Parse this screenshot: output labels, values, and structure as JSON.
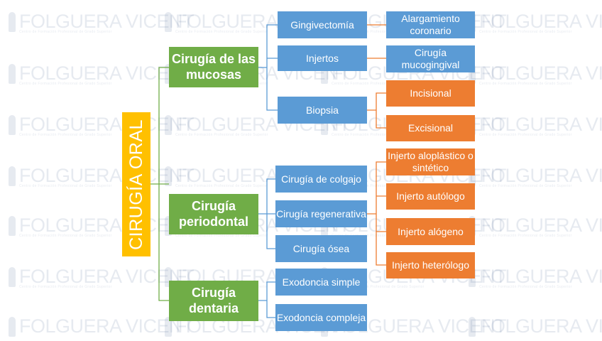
{
  "watermark": {
    "name": "FOLGUERA VICENT",
    "subtitle": "Centro de Formación Profesional de Grado Superior",
    "color": "#6b7fa6"
  },
  "colors": {
    "root": "#ffc000",
    "category": "#70ad47",
    "procedure": "#5b9bd5",
    "technique": "#ed7d31",
    "connector_green": "#70ad47",
    "connector_blue": "#5b9bd5",
    "connector_orange": "#ed7d31"
  },
  "diagram": {
    "root": "CIRUGÍA ORAL",
    "categories": [
      {
        "label": "Cirugía de las mucosas",
        "children": [
          {
            "label": "Gingivectomía",
            "children": [
              "Alargamiento coronario"
            ]
          },
          {
            "label": "Injertos",
            "children": [
              "Cirugía mucogingival"
            ]
          },
          {
            "label": "Biopsia",
            "children": [
              "Incisional",
              "Excisional"
            ]
          }
        ]
      },
      {
        "label": "Cirugía periodontal",
        "children": [
          {
            "label": "Cirugía de colgajo",
            "children": []
          },
          {
            "label": "Cirugía regenerativa",
            "children": [
              "Injerto aloplástico o sintético",
              "Injerto autólogo",
              "Injerto alógeno",
              "Injerto heterólogo"
            ]
          },
          {
            "label": "Cirugía ósea",
            "children": []
          }
        ]
      },
      {
        "label": "Cirugía dentaria",
        "children": [
          {
            "label": "Exodoncia simple",
            "children": []
          },
          {
            "label": "Exodoncia compleja",
            "children": []
          }
        ]
      }
    ]
  }
}
